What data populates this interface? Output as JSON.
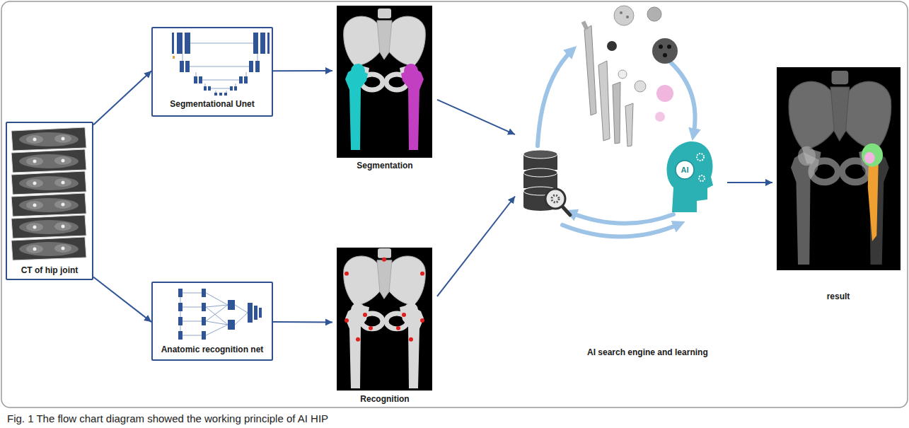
{
  "diagram": {
    "caption": "Fig. 1 The flow chart diagram showed the working principle of AI HIP",
    "nodes": [
      {
        "text": [
          "CT of hip joint"
        ]
      },
      {
        "text": [
          "Segmentational Unet"
        ]
      },
      {
        "text": [
          "Anatomic recognition net"
        ]
      },
      {
        "text": [
          "Segmentation"
        ]
      },
      {
        "text": [
          "Recognition"
        ]
      },
      {
        "text": [
          "AI search engine and learning"
        ]
      },
      {
        "text": [
          "result"
        ]
      }
    ],
    "edges": [
      {
        "from": 0,
        "to": 1,
        "arrow": "to"
      },
      {
        "from": 0,
        "to": 2,
        "arrow": "to"
      },
      {
        "from": 1,
        "to": 3,
        "arrow": "to"
      },
      {
        "from": 2,
        "to": 4,
        "arrow": "to"
      },
      {
        "from": 3,
        "to": 5,
        "arrow": "to"
      },
      {
        "from": 4,
        "to": 5,
        "arrow": "to"
      },
      {
        "from": 5,
        "to": 6,
        "arrow": "to"
      }
    ],
    "labels": [
      "AI"
    ]
  }
}
